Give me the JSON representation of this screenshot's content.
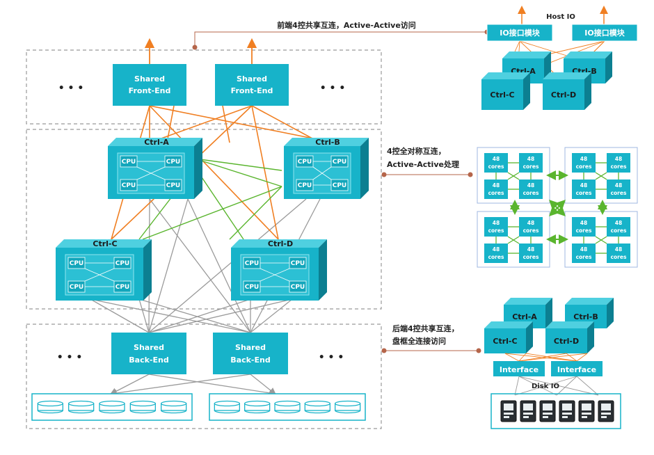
{
  "front_end": {
    "boxes": [
      {
        "line1": "Shared",
        "line2": "Front-End"
      },
      {
        "line1": "Shared",
        "line2": "Front-End"
      }
    ],
    "ellipsis_left": "• • •",
    "ellipsis_right": "• • •"
  },
  "controllers": [
    {
      "name": "Ctrl-A",
      "cpus": [
        "CPU",
        "CPU",
        "CPU",
        "CPU"
      ]
    },
    {
      "name": "Ctrl-B",
      "cpus": [
        "CPU",
        "CPU",
        "CPU",
        "CPU"
      ]
    },
    {
      "name": "Ctrl-C",
      "cpus": [
        "CPU",
        "CPU",
        "CPU",
        "CPU"
      ]
    },
    {
      "name": "Ctrl-D",
      "cpus": [
        "CPU",
        "CPU",
        "CPU",
        "CPU"
      ]
    }
  ],
  "back_end": {
    "boxes": [
      {
        "line1": "Shared",
        "line2": "Back-End"
      },
      {
        "line1": "Shared",
        "line2": "Back-End"
      }
    ],
    "ellipsis_left": "• • •",
    "ellipsis_right": "• • •"
  },
  "callouts": {
    "front": "前端4控共享互连，Active-Active访问",
    "mid_line1": "4控全对称互连，",
    "mid_line2": "Active-Active处理",
    "back_line1": "后端4控共享互连，",
    "back_line2": "盘框全连接访问"
  },
  "host_io": {
    "title": "Host IO",
    "modules": [
      "IO接口模块",
      "IO接口模块"
    ],
    "ctrls": [
      "Ctrl-A",
      "Ctrl-B",
      "Ctrl-C",
      "Ctrl-D"
    ]
  },
  "cores_panel": {
    "core_line1": "48",
    "core_line2": "cores"
  },
  "disk_io": {
    "title": "Disk IO",
    "ctrls": [
      "Ctrl-A",
      "Ctrl-B",
      "Ctrl-C",
      "Ctrl-D"
    ],
    "interfaces": [
      "Interface",
      "Interface"
    ]
  },
  "colors": {
    "teal": "#17b3c9",
    "teal_dark": "#0e8fa2",
    "teal_side": "#0c7f91",
    "orange": "#f07f22",
    "green": "#5ab52e",
    "gray": "#9a9a9a",
    "brown": "#b5654a"
  }
}
